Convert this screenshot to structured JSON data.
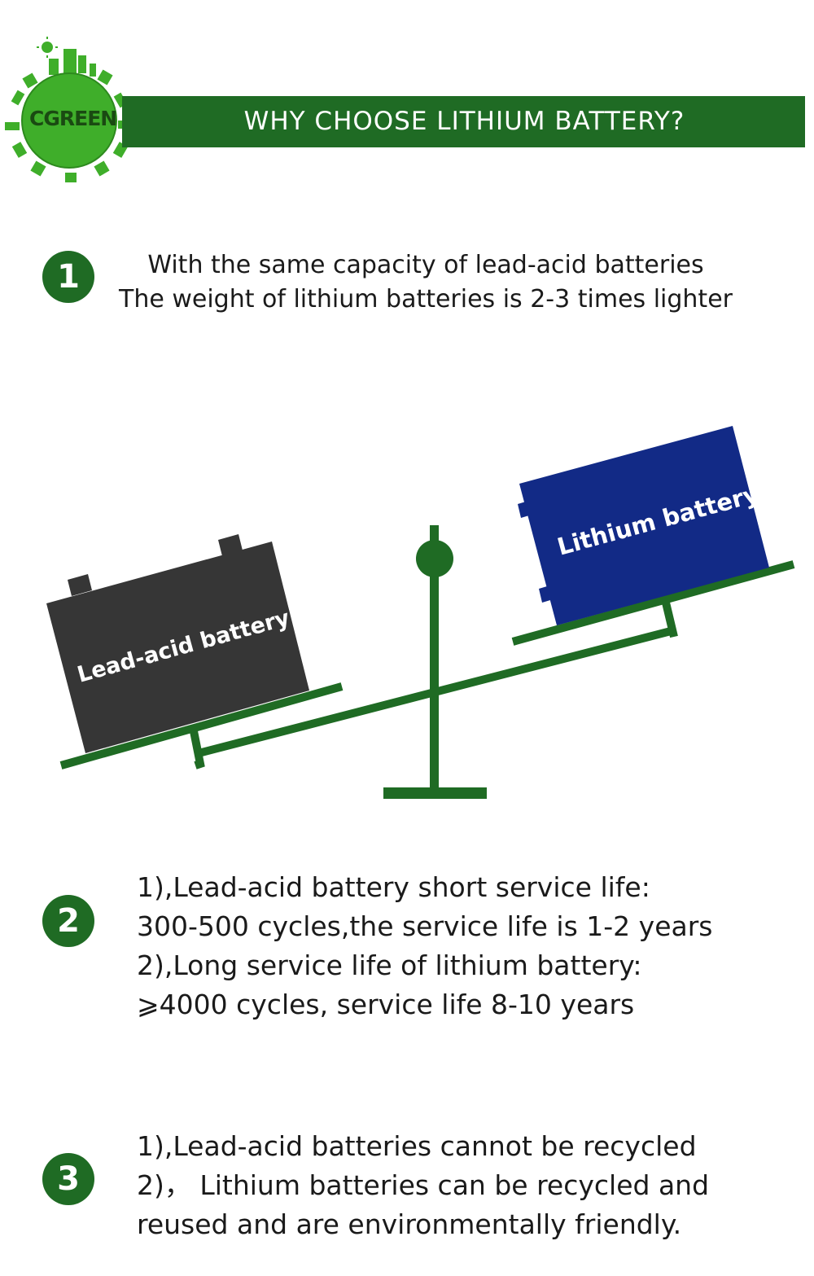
{
  "header": {
    "title": "WHY CHOOSE LITHIUM BATTERY?",
    "logo_text": "CGREEN"
  },
  "colors": {
    "brand_green": "#1f6b24",
    "logo_green": "#3fae2a",
    "lead_acid_battery": "#363636",
    "lithium_battery": "#122a86"
  },
  "section1": {
    "number": "1",
    "line1": "With the same capacity of lead-acid batteries",
    "line2": "The weight of lithium batteries is 2-3 times lighter"
  },
  "scale": {
    "left_battery_label": "Lead-acid battery",
    "right_battery_label": "Lithium battery"
  },
  "section2": {
    "number": "2",
    "lines": [
      "1),Lead-acid battery short service life:",
      "300-500 cycles,the service life is 1-2 years",
      "2),Long service life of lithium battery:",
      "⩾4000 cycles, service life 8-10 years"
    ]
  },
  "section3": {
    "number": "3",
    "lines": [
      "1),Lead-acid batteries cannot be recycled",
      "2)， Lithium batteries can be recycled and",
      "reused and are environmentally friendly."
    ]
  }
}
